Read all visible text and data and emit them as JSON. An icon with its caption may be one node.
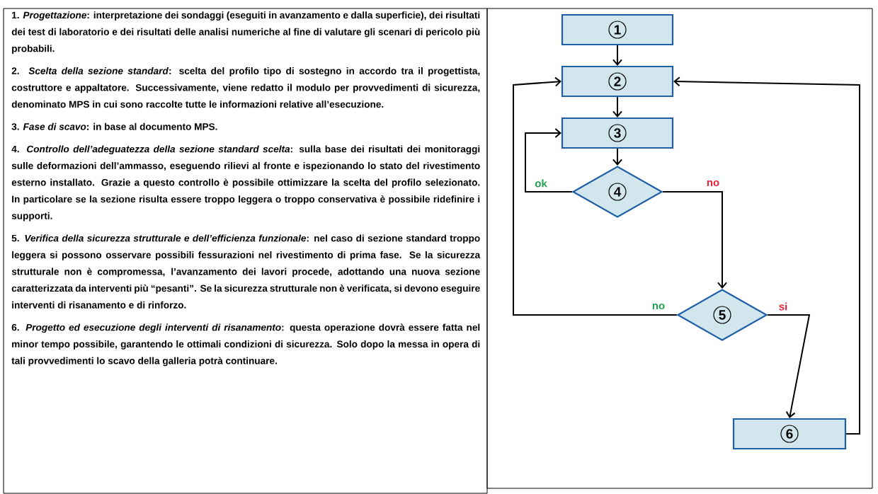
{
  "diagram": {
    "nodes": [
      {
        "text": [
          "1"
        ]
      },
      {
        "text": [
          "2"
        ]
      },
      {
        "text": [
          "3"
        ]
      },
      {
        "text": [
          "4"
        ]
      },
      {
        "text": [
          "5"
        ]
      },
      {
        "text": [
          "6"
        ]
      }
    ],
    "edges": [
      {
        "from": 0,
        "to": 1,
        "arrow": "to"
      },
      {
        "from": 1,
        "to": 2,
        "arrow": "to"
      },
      {
        "from": 2,
        "to": 3,
        "arrow": "to"
      },
      {
        "from": 3,
        "to": 2,
        "arrow": "to",
        "label": "ok"
      },
      {
        "from": 3,
        "to": 4,
        "arrow": "to",
        "label": "no"
      },
      {
        "from": 4,
        "to": 1,
        "arrow": "to",
        "label": "no"
      },
      {
        "from": 4,
        "to": 5,
        "arrow": "to",
        "label": "si"
      },
      {
        "from": 5,
        "to": 1,
        "arrow": "to"
      }
    ],
    "labels": [
      "1. *Progettazione*: interpretazione dei sondaggi (eseguiti in avanzamento e dalla superficie), dei risultati dei test di laboratorio e dei risultati delle analisi numeriche al fine di valutare gli scenari di pericolo più probabili.",
      "2. *Scelta della sezione standard*: scelta del profilo tipo di sostegno in accordo tra il progettista, costruttore e appaltatore. Successivamente, viene redatto il modulo per provvedimenti di sicurezza, denominato MPS in cui sono raccolte tutte le informazioni relative all’esecuzione.",
      "3. *Fase di scavo*: in base al documento MPS.",
      "4. *Controllo dell’adeguatezza della sezione standard scelta*: sulla base dei risultati dei monitoraggi sulle deformazioni dell’ammasso, eseguendo rilievi al fronte e ispezionando lo stato del rivestimento esterno installato. Grazie a questo controllo è possibile ottimizzare la scelta del profilo selezionato. In particolare se la sezione risulta essere troppo leggera o troppo conservativa è possibile ridefinire i supporti.",
      "5. *Verifica della sicurezza strutturale e dell’efficienza funzionale*: nel caso di sezione standard troppo leggera si possono osservare possibili fessurazioni nel rivestimento di prima fase. Se la sicurezza strutturale non è compromessa, l’avanzamento dei lavori procede, adottando una nuova sezione caratterizzata da interventi più “pesanti”. Se la sicurezza strutturale non è verificata, si devono eseguire interventi di risanamento e di rinforzo.",
      "6. *Progetto ed esecuzione degli interventi di risanamento*: questa operazione dovrà essere fatta nel minor tempo possibile, garantendo le ottimali condizioni di sicurezza. Solo dopo la messa in opera di tali provvedimenti lo scavo della galleria potrà continuare."
    ]
  }
}
